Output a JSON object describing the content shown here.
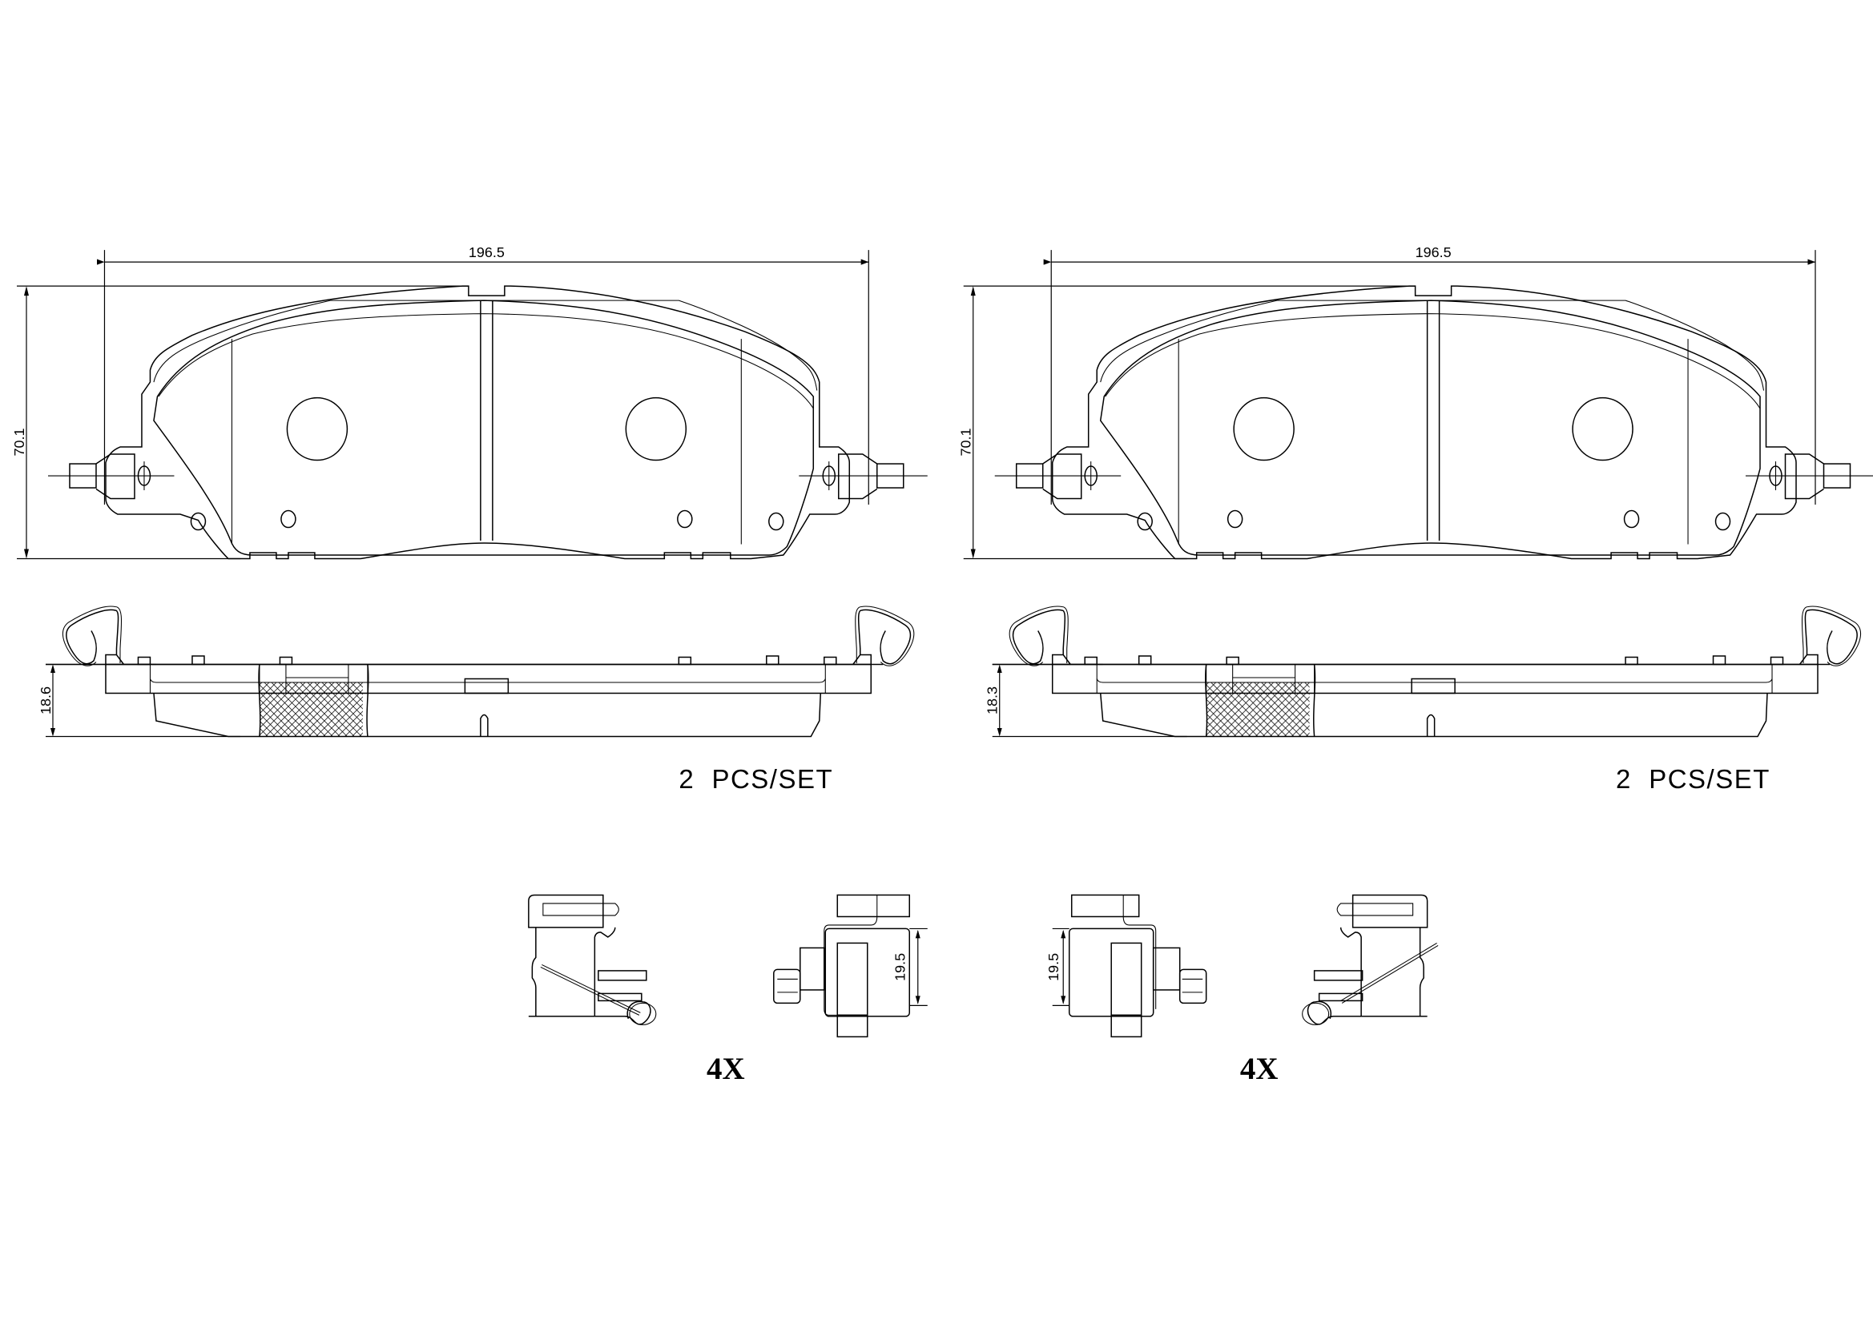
{
  "drawing": {
    "type": "brake pad technical drawing",
    "background_color": "#ffffff",
    "line_color": "#000000"
  },
  "pads": [
    {
      "id": "left",
      "width_dim": "196.5",
      "height_dim": "70.1",
      "thickness_dim": "18.6",
      "set_note": "2  PCS/SET"
    },
    {
      "id": "right",
      "width_dim": "196.5",
      "height_dim": "70.1",
      "thickness_dim": "18.3",
      "set_note": "2  PCS/SET"
    }
  ],
  "clips": [
    {
      "id": "left-pair",
      "height_dim": "19.5",
      "quantity": "4X"
    },
    {
      "id": "right-pair",
      "height_dim": "19.5",
      "quantity": "4X"
    }
  ]
}
